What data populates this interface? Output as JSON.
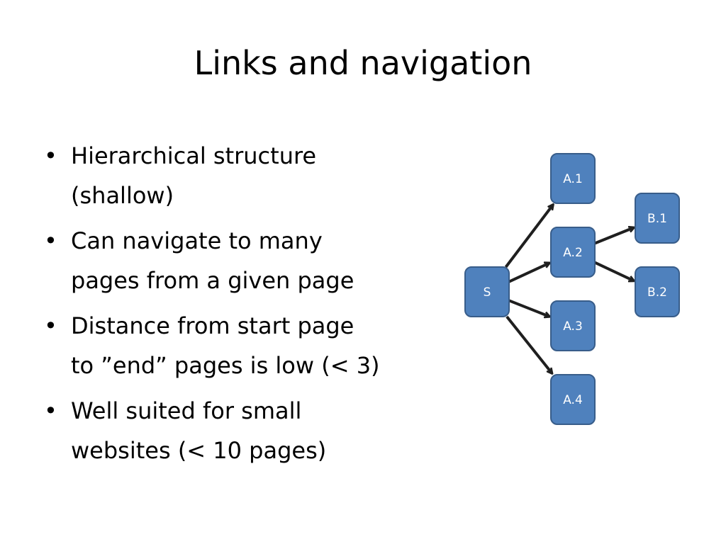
{
  "slide": {
    "title": "Links and navigation",
    "bullets": [
      {
        "lines": [
          "Hierarchical structure",
          "(shallow)"
        ]
      },
      {
        "lines": [
          "Can navigate to many",
          "pages from a given page"
        ]
      },
      {
        "lines": [
          "Distance from start page",
          "to ”end” pages is low (< 3)"
        ]
      },
      {
        "lines": [
          "Well suited for small",
          "websites (< 10 pages)"
        ]
      }
    ],
    "bullet_char": "•"
  },
  "diagram": {
    "colors": {
      "node_fill": "#4f81bd",
      "node_stroke": "#385d8a",
      "arrow": "#1f1f1f"
    },
    "nodes": [
      {
        "id": "S",
        "label": "S"
      },
      {
        "id": "A1",
        "label": "A.1"
      },
      {
        "id": "A2",
        "label": "A.2"
      },
      {
        "id": "A3",
        "label": "A.3"
      },
      {
        "id": "A4",
        "label": "A.4"
      },
      {
        "id": "B1",
        "label": "B.1"
      },
      {
        "id": "B2",
        "label": "B.2"
      }
    ],
    "edges": [
      {
        "from": "S",
        "to": "A1"
      },
      {
        "from": "S",
        "to": "A2"
      },
      {
        "from": "S",
        "to": "A3"
      },
      {
        "from": "S",
        "to": "A4"
      },
      {
        "from": "A2",
        "to": "B1"
      },
      {
        "from": "A2",
        "to": "B2"
      }
    ]
  }
}
